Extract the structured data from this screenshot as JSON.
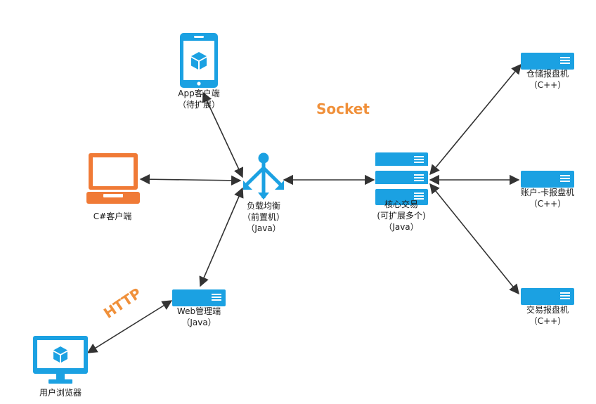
{
  "protocols": {
    "socket": "Socket",
    "http": "HTTP"
  },
  "nodes": {
    "app_client": {
      "line1": "App客户端",
      "line2": "（待扩展）",
      "icon": "mobile-phone-icon"
    },
    "csharp_client": {
      "line1": "C#客户端",
      "icon": "laptop-icon"
    },
    "load_balancer": {
      "line1": "负载均衡",
      "line2": "（前置机）",
      "line3": "（Java）",
      "icon": "load-balancer-icon"
    },
    "core_trading": {
      "line1": "核心交易",
      "line2": "(可扩展多个)",
      "line3": "（Java）",
      "icon": "server-stack-icon"
    },
    "web_admin": {
      "line1": "Web管理端",
      "line2": "（Java）",
      "icon": "server-icon"
    },
    "user_browser": {
      "line1": "用户浏览器",
      "icon": "monitor-icon"
    },
    "warehouse_reporter": {
      "line1": "仓储报盘机",
      "line2": "（C++）",
      "icon": "server-icon"
    },
    "account_card_reporter": {
      "line1": "账户-卡报盘机",
      "line2": "（C++）",
      "icon": "server-icon"
    },
    "trade_reporter": {
      "line1": "交易报盘机",
      "line2": "（C++）",
      "icon": "server-icon"
    }
  },
  "colors": {
    "icon_blue": "#1ba1e2",
    "laptop_orange": "#f07a36",
    "protocol_orange": "#f0903a",
    "arrow": "#333333"
  }
}
